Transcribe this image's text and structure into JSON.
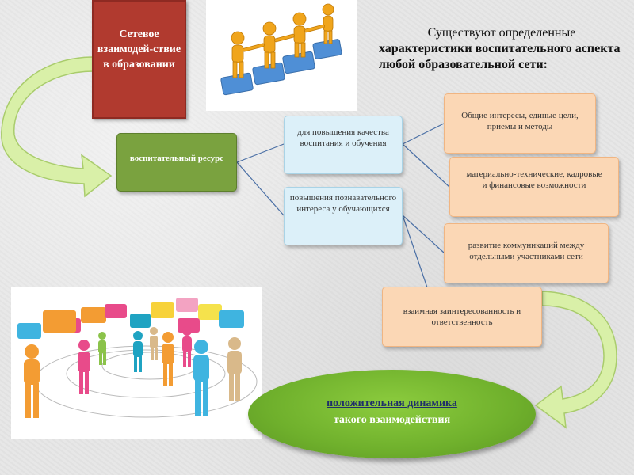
{
  "title_box": {
    "text": "Сетевое взаимодей-ствие в образовании"
  },
  "heading": {
    "line1": "Существуют определенные",
    "line2": "характеристики воспитательного аспекта любой образовательной сети:"
  },
  "center_node": {
    "text": "воспитательный ресурс"
  },
  "branches": [
    {
      "text": "для повышения качества воспитания и обучения"
    },
    {
      "text": "повышения познавательного интереса у обучающихся"
    }
  ],
  "characteristics": [
    {
      "text": "Общие интересы, единые цели, приемы и методы"
    },
    {
      "text": "материально-технические, кадровые и финансовые возможности"
    },
    {
      "text": "развитие коммуникаций между отдельными участниками сети"
    },
    {
      "text": "взаимная заинтересованность и ответственность"
    }
  ],
  "result": {
    "line1": "положительная динамика",
    "line2": "такого взаимодействия"
  },
  "colors": {
    "title_red": "#b13a2f",
    "resource_green": "#7aa23f",
    "branch_blue": "#dcf0f9",
    "trait_orange": "#fbd7b5",
    "result_green": "#6fb02c",
    "arrow_green": "#d4ed9c"
  }
}
